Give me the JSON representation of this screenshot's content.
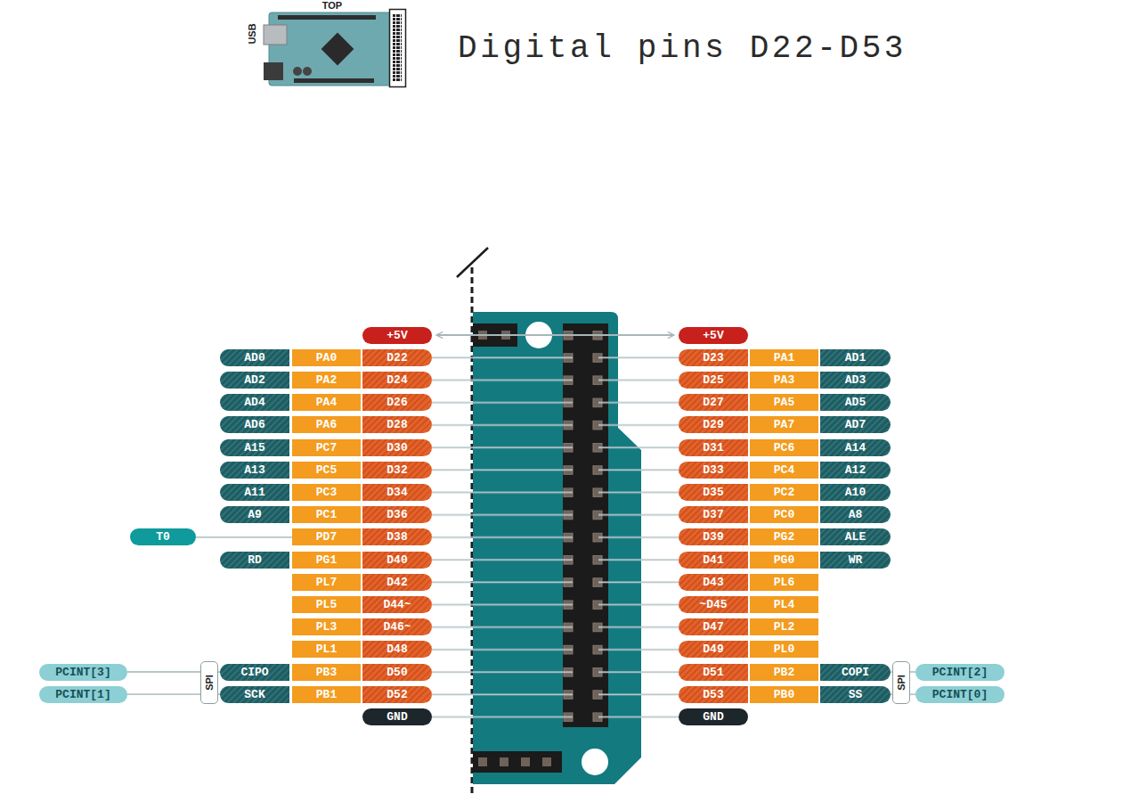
{
  "diagram": {
    "title": "Digital pins D22-D53",
    "nodes": [
      {
        "text": [
          "+5V"
        ]
      },
      {
        "text": [
          "+5V"
        ]
      },
      {
        "text": [
          "AD0"
        ]
      },
      {
        "text": [
          "PA0"
        ]
      },
      {
        "text": [
          "D22"
        ]
      },
      {
        "text": [
          "D23"
        ]
      },
      {
        "text": [
          "PA1"
        ]
      },
      {
        "text": [
          "AD1"
        ]
      },
      {
        "text": [
          "AD2"
        ]
      },
      {
        "text": [
          "PA2"
        ]
      },
      {
        "text": [
          "D24"
        ]
      },
      {
        "text": [
          "D25"
        ]
      },
      {
        "text": [
          "PA3"
        ]
      },
      {
        "text": [
          "AD3"
        ]
      },
      {
        "text": [
          "AD4"
        ]
      },
      {
        "text": [
          "PA4"
        ]
      },
      {
        "text": [
          "D26"
        ]
      },
      {
        "text": [
          "D27"
        ]
      },
      {
        "text": [
          "PA5"
        ]
      },
      {
        "text": [
          "AD5"
        ]
      },
      {
        "text": [
          "AD6"
        ]
      },
      {
        "text": [
          "PA6"
        ]
      },
      {
        "text": [
          "D28"
        ]
      },
      {
        "text": [
          "D29"
        ]
      },
      {
        "text": [
          "PA7"
        ]
      },
      {
        "text": [
          "AD7"
        ]
      },
      {
        "text": [
          "A15"
        ]
      },
      {
        "text": [
          "PC7"
        ]
      },
      {
        "text": [
          "D30"
        ]
      },
      {
        "text": [
          "D31"
        ]
      },
      {
        "text": [
          "PC6"
        ]
      },
      {
        "text": [
          "A14"
        ]
      },
      {
        "text": [
          "A13"
        ]
      },
      {
        "text": [
          "PC5"
        ]
      },
      {
        "text": [
          "D32"
        ]
      },
      {
        "text": [
          "D33"
        ]
      },
      {
        "text": [
          "PC4"
        ]
      },
      {
        "text": [
          "A12"
        ]
      },
      {
        "text": [
          "A11"
        ]
      },
      {
        "text": [
          "PC3"
        ]
      },
      {
        "text": [
          "D34"
        ]
      },
      {
        "text": [
          "D35"
        ]
      },
      {
        "text": [
          "PC2"
        ]
      },
      {
        "text": [
          "A10"
        ]
      },
      {
        "text": [
          "A9"
        ]
      },
      {
        "text": [
          "PC1"
        ]
      },
      {
        "text": [
          "D36"
        ]
      },
      {
        "text": [
          "D37"
        ]
      },
      {
        "text": [
          "PC0"
        ]
      },
      {
        "text": [
          "A8"
        ]
      },
      {
        "text": [
          "T0"
        ]
      },
      {
        "text": [
          "PD7"
        ]
      },
      {
        "text": [
          "D38"
        ]
      },
      {
        "text": [
          "D39"
        ]
      },
      {
        "text": [
          "PG2"
        ]
      },
      {
        "text": [
          "ALE"
        ]
      },
      {
        "text": [
          "RD"
        ]
      },
      {
        "text": [
          "PG1"
        ]
      },
      {
        "text": [
          "D40"
        ]
      },
      {
        "text": [
          "D41"
        ]
      },
      {
        "text": [
          "PG0"
        ]
      },
      {
        "text": [
          "WR"
        ]
      },
      {
        "text": [
          "PL7"
        ]
      },
      {
        "text": [
          "D42"
        ]
      },
      {
        "text": [
          "D43"
        ]
      },
      {
        "text": [
          "PL6"
        ]
      },
      {
        "text": [
          "PL5"
        ]
      },
      {
        "text": [
          "D44~"
        ]
      },
      {
        "text": [
          "~D45"
        ]
      },
      {
        "text": [
          "PL4"
        ]
      },
      {
        "text": [
          "PL3"
        ]
      },
      {
        "text": [
          "D46~"
        ]
      },
      {
        "text": [
          "D47"
        ]
      },
      {
        "text": [
          "PL2"
        ]
      },
      {
        "text": [
          "PL1"
        ]
      },
      {
        "text": [
          "D48"
        ]
      },
      {
        "text": [
          "D49"
        ]
      },
      {
        "text": [
          "PL0"
        ]
      },
      {
        "text": [
          "PCINT[3]"
        ]
      },
      {
        "text": [
          "CIPO"
        ]
      },
      {
        "text": [
          "PB3"
        ]
      },
      {
        "text": [
          "D50"
        ]
      },
      {
        "text": [
          "D51"
        ]
      },
      {
        "text": [
          "PB2"
        ]
      },
      {
        "text": [
          "COPI"
        ]
      },
      {
        "text": [
          "PCINT[2]"
        ]
      },
      {
        "text": [
          "PCINT[1]"
        ]
      },
      {
        "text": [
          "SCK"
        ]
      },
      {
        "text": [
          "PB1"
        ]
      },
      {
        "text": [
          "D52"
        ]
      },
      {
        "text": [
          "D53"
        ]
      },
      {
        "text": [
          "PB0"
        ]
      },
      {
        "text": [
          "SS"
        ]
      },
      {
        "text": [
          "PCINT[0]"
        ]
      },
      {
        "text": [
          "GND"
        ]
      },
      {
        "text": [
          "GND"
        ]
      }
    ],
    "edges": [
      {
        "from": 0,
        "to": 1,
        "arrow": "both"
      },
      {
        "from": 50,
        "to": 51,
        "arrow": "none"
      },
      {
        "from": 78,
        "to": 79,
        "arrow": "none"
      },
      {
        "from": 84,
        "to": 85,
        "arrow": "none"
      },
      {
        "from": 86,
        "to": 87,
        "arrow": "none"
      },
      {
        "from": 92,
        "to": 93,
        "arrow": "none"
      }
    ],
    "labels": [
      "TOP",
      "USB",
      "SPI",
      "SPI"
    ]
  }
}
